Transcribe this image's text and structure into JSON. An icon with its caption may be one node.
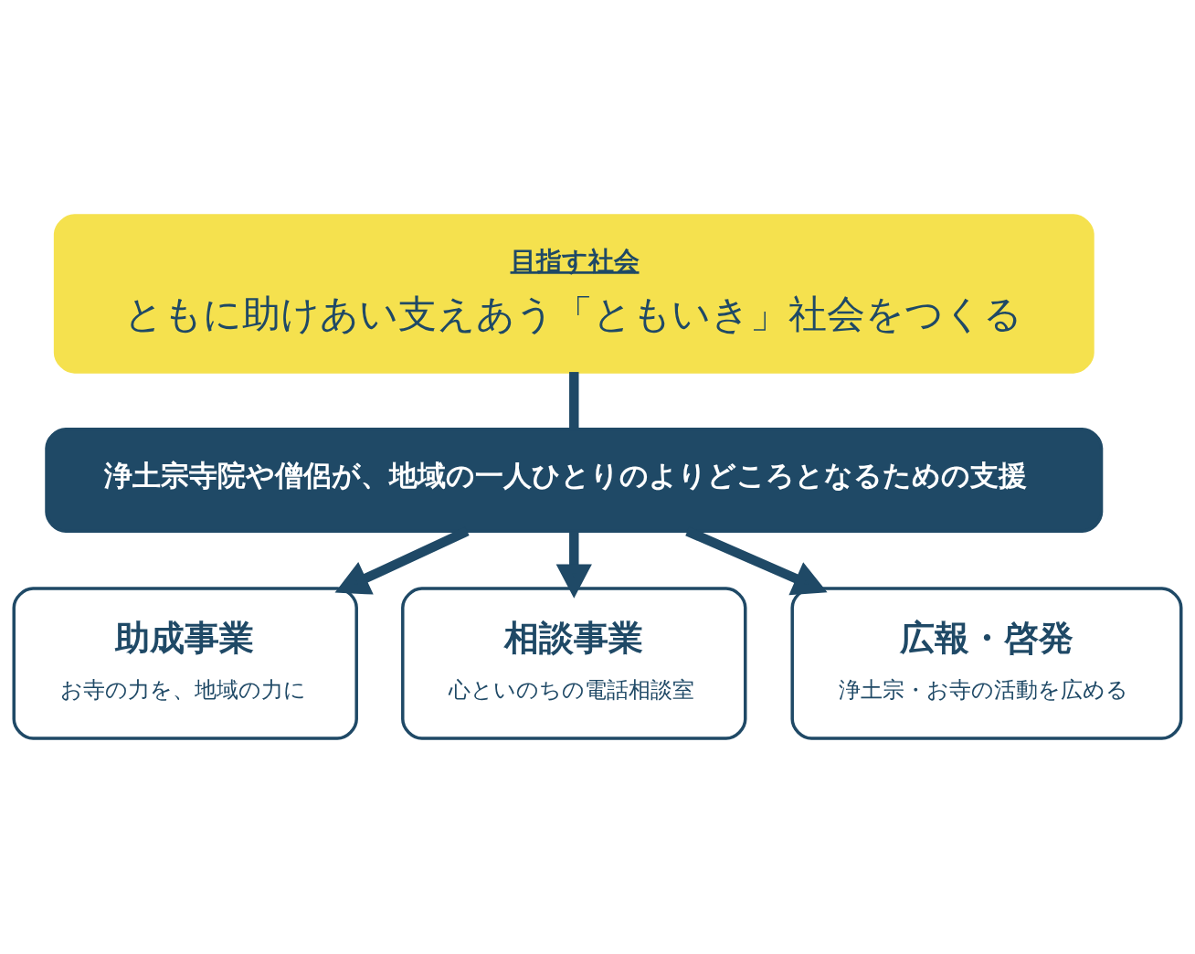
{
  "diagram": {
    "nodes": [
      {
        "text": [
          "目指す社会",
          "ともに助けあい支えあう「ともいき」社会をつくる"
        ]
      },
      {
        "text": [
          "浄土宗寺院や僧侶が、地域の一人ひとりのよりどころとなるための支援"
        ]
      },
      {
        "text": [
          "助成事業",
          "お寺の力を、地域の力に"
        ]
      },
      {
        "text": [
          "相談事業",
          "心といのちの電話相談室"
        ]
      },
      {
        "text": [
          "広報・啓発",
          "浄土宗・お寺の活動を広める"
        ]
      }
    ],
    "edges": [
      {
        "from": 0,
        "to": 1,
        "arrow": "none"
      },
      {
        "from": 1,
        "to": 2,
        "arrow": "to"
      },
      {
        "from": 1,
        "to": 3,
        "arrow": "to"
      },
      {
        "from": 1,
        "to": 4,
        "arrow": "to"
      }
    ]
  }
}
